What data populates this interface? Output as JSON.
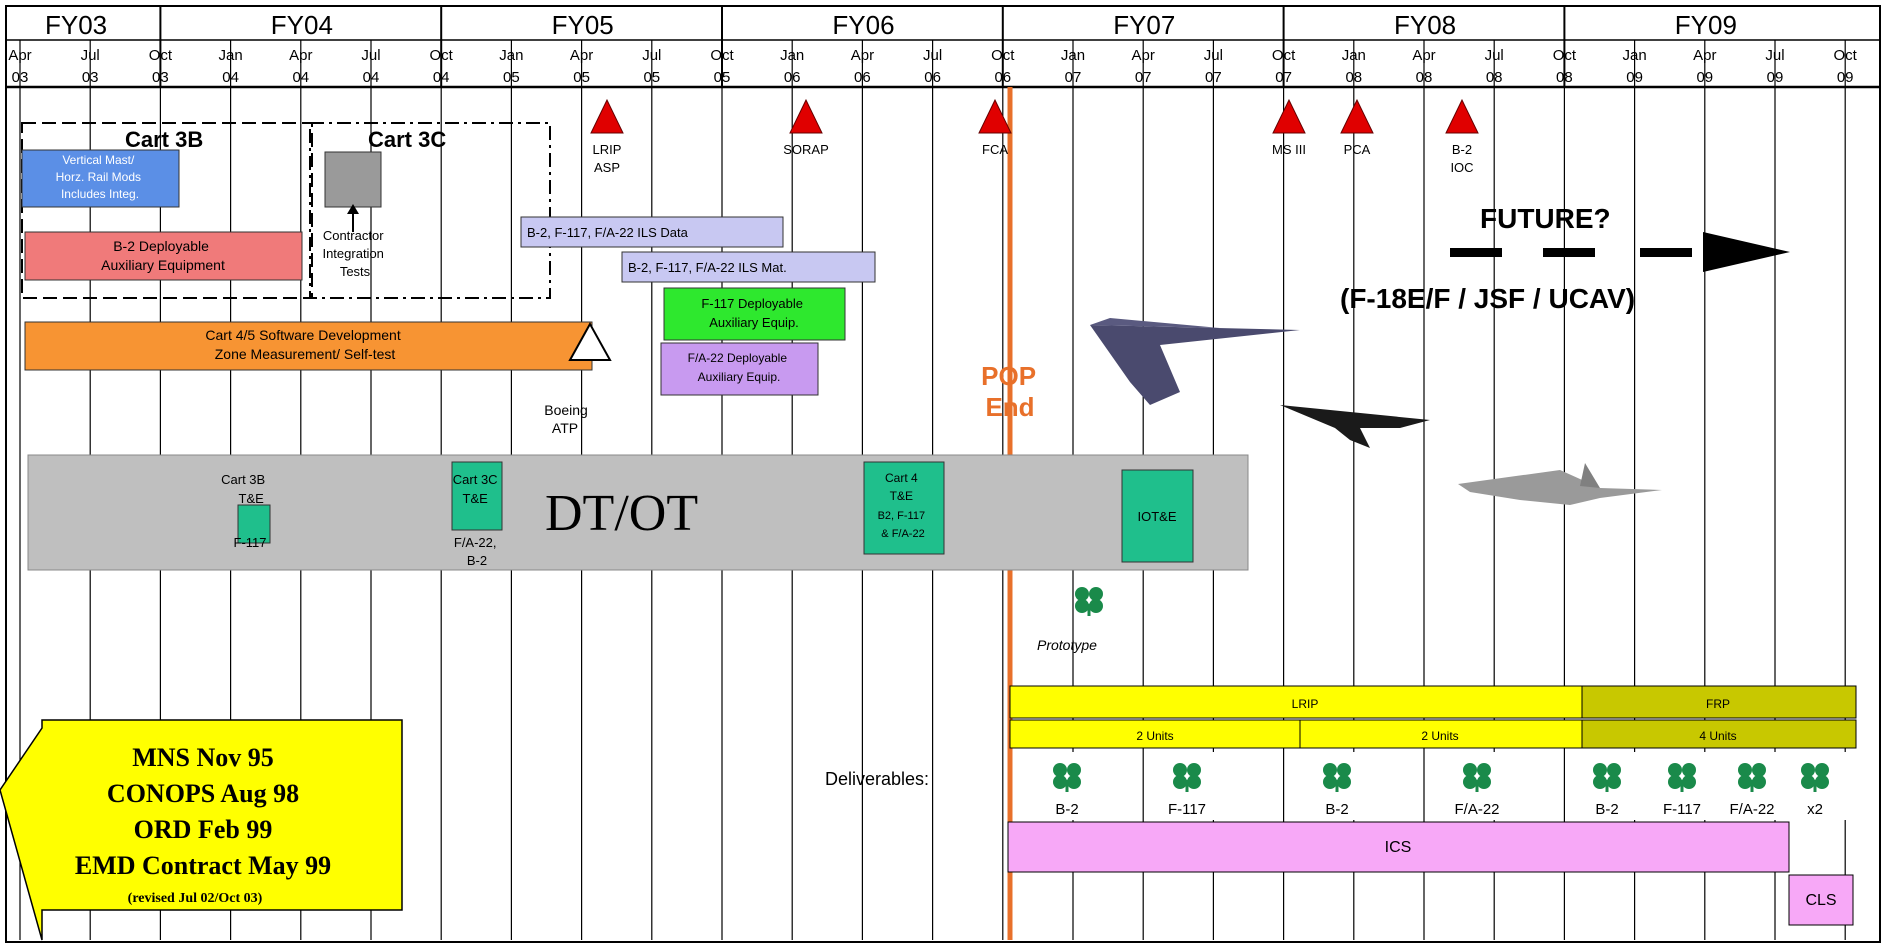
{
  "fiscal_years": [
    "FY03",
    "FY04",
    "FY05",
    "FY06",
    "FY07",
    "FY08",
    "FY09"
  ],
  "quarter_labels": [
    {
      "m": "Apr",
      "y": "03"
    },
    {
      "m": "Jul",
      "y": "03"
    },
    {
      "m": "Oct",
      "y": "03"
    },
    {
      "m": "Jan",
      "y": "04"
    },
    {
      "m": "Apr",
      "y": "04"
    },
    {
      "m": "Jul",
      "y": "04"
    },
    {
      "m": "Oct",
      "y": "04"
    },
    {
      "m": "Jan",
      "y": "05"
    },
    {
      "m": "Apr",
      "y": "05"
    },
    {
      "m": "Jul",
      "y": "05"
    },
    {
      "m": "Oct",
      "y": "05"
    },
    {
      "m": "Jan",
      "y": "06"
    },
    {
      "m": "Apr",
      "y": "06"
    },
    {
      "m": "Jul",
      "y": "06"
    },
    {
      "m": "Oct",
      "y": "06"
    },
    {
      "m": "Jan",
      "y": "07"
    },
    {
      "m": "Apr",
      "y": "07"
    },
    {
      "m": "Jul",
      "y": "07"
    },
    {
      "m": "Oct",
      "y": "07"
    },
    {
      "m": "Jan",
      "y": "08"
    },
    {
      "m": "Apr",
      "y": "08"
    },
    {
      "m": "Jul",
      "y": "08"
    },
    {
      "m": "Oct",
      "y": "08"
    },
    {
      "m": "Jan",
      "y": "09"
    },
    {
      "m": "Apr",
      "y": "09"
    },
    {
      "m": "Jul",
      "y": "09"
    },
    {
      "m": "Oct",
      "y": "09"
    }
  ],
  "milestones": [
    {
      "lines": [
        "LRIP",
        "ASP"
      ]
    },
    {
      "lines": [
        "SORAP"
      ]
    },
    {
      "lines": [
        "FCA"
      ]
    },
    {
      "lines": [
        "MS III"
      ]
    },
    {
      "lines": [
        "PCA"
      ]
    },
    {
      "lines": [
        "B-2",
        "IOC"
      ]
    }
  ],
  "cart_3b": {
    "title": "Cart 3B"
  },
  "cart_3c": {
    "title": "Cart 3C"
  },
  "vertical_mast": {
    "lines": [
      "Vertical Mast/",
      "Horz. Rail Mods",
      "Includes Integ."
    ]
  },
  "b2_aux": {
    "lines": [
      "B-2 Deployable",
      "Auxiliary Equipment"
    ]
  },
  "contractor_tests": {
    "lines": [
      "Contractor",
      "Integration",
      "Tests"
    ]
  },
  "ils_data": {
    "label": "B-2, F-117, F/A-22 ILS Data"
  },
  "ils_mat": {
    "label": "B-2, F-117, F/A-22 ILS Mat."
  },
  "f117_aux": {
    "lines": [
      "F-117 Deployable",
      "Auxiliary Equip."
    ]
  },
  "fa22_aux": {
    "lines": [
      "F/A-22 Deployable",
      "Auxiliary Equip."
    ]
  },
  "software": {
    "lines": [
      "Cart 4/5 Software Development",
      "Zone Measurement/ Self-test"
    ]
  },
  "boeing_atp": {
    "lines": [
      "Boeing",
      "ATP"
    ]
  },
  "pop_end": {
    "lines": [
      "POP",
      "End"
    ]
  },
  "future": {
    "title": "FUTURE?",
    "subtitle": "(F-18E/F / JSF / UCAV)"
  },
  "dtot": {
    "label": "DT/OT",
    "cart3b": {
      "lines": [
        "Cart 3B",
        "T&E"
      ],
      "sub": "F-117"
    },
    "cart3c": {
      "lines": [
        "Cart 3C",
        "T&E"
      ],
      "sub": [
        "F/A-22,",
        "B-2"
      ]
    },
    "cart4": {
      "lines": [
        "Cart 4",
        "T&E",
        "B2, F-117",
        "& F/A-22"
      ]
    },
    "iote": {
      "label": "IOT&E"
    }
  },
  "prototype": {
    "label": "Prototype"
  },
  "production": {
    "lrip": "LRIP",
    "frp": "FRP",
    "units": [
      "2 Units",
      "2 Units",
      "4 Units"
    ]
  },
  "deliverables": {
    "label": "Deliverables:",
    "items": [
      "B-2",
      "F-117",
      "B-2",
      "F/A-22",
      "B-2",
      "F-117",
      "F/A-22",
      "x2"
    ]
  },
  "ics": {
    "label": "ICS"
  },
  "cls": {
    "label": "CLS"
  },
  "history": {
    "lines": [
      "MNS Nov 95",
      "CONOPS Aug 98",
      "ORD Feb 99",
      "EMD Contract May 99"
    ],
    "note": "(revised Jul 02/Oct 03)"
  },
  "colors": {
    "grid": "#000000",
    "milestone": "#e00000",
    "pop_line": "#e8702a",
    "pop_text": "#e8702a",
    "blue_box": "#5b8fe6",
    "red_box": "#f07a7a",
    "lavender_box": "#c8c8f2",
    "green_box": "#2ee82e",
    "violet_box": "#c89af0",
    "orange_bar": "#f79433",
    "dtot_band": "#bfbfbf",
    "teal_box": "#1fbf8c",
    "yellow": "#ffff00",
    "olive": "#c8c800",
    "pink": "#f7a8f7",
    "clover": "#1a8a4a"
  }
}
